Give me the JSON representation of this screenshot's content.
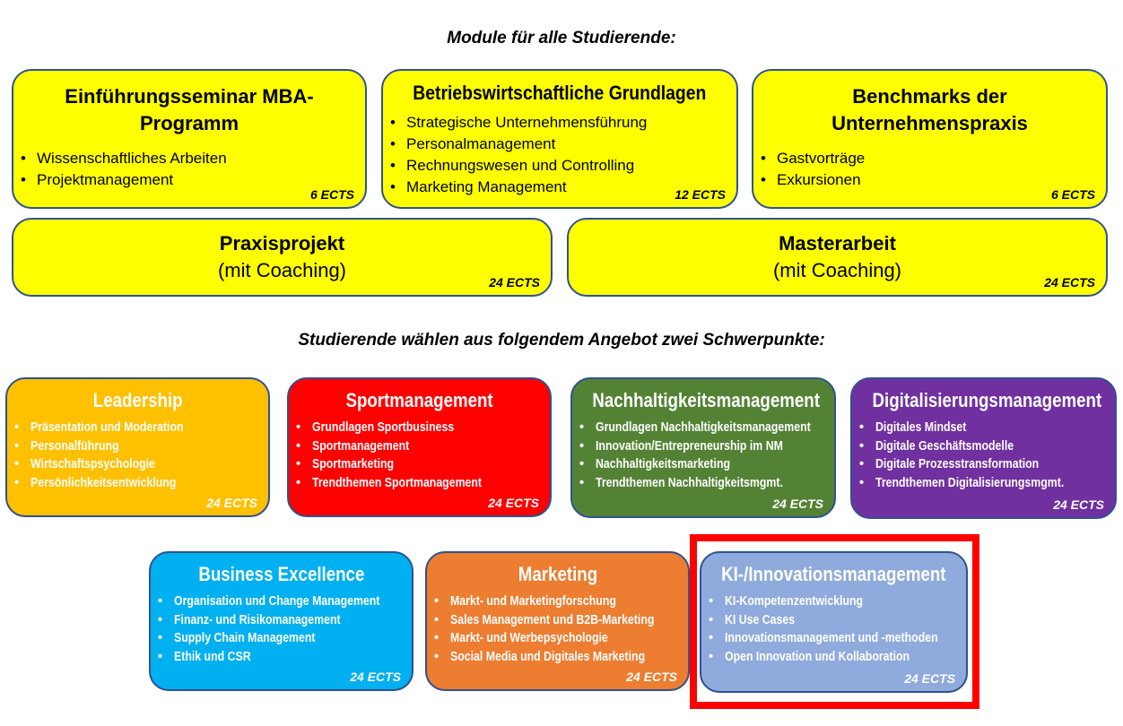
{
  "heading_all": "Module für alle Studierende:",
  "heading_choice": "Studierende wählen aus folgendem Angebot zwei Schwerpunkte:",
  "core_modules": [
    {
      "title": "Einführungsseminar MBA-Programm",
      "items": [
        "Wissenschaftliches Arbeiten",
        "Projektmanagement"
      ],
      "ects": "6 ECTS"
    },
    {
      "title": "Betriebswirtschaftliche Grundlagen",
      "items": [
        "Strategische Unternehmensführung",
        "Personalmanagement",
        "Rechnungswesen und Controlling",
        "Marketing Management"
      ],
      "ects": "12 ECTS"
    },
    {
      "title": "Benchmarks der Unternehmenspraxis",
      "items": [
        "Gastvorträge",
        "Exkursionen"
      ],
      "ects": "6 ECTS"
    },
    {
      "title": "Praxisprojekt",
      "subtitle": "(mit Coaching)",
      "items": [],
      "ects": "24 ECTS"
    },
    {
      "title": "Masterarbeit",
      "subtitle": "(mit Coaching)",
      "items": [],
      "ects": "24 ECTS"
    }
  ],
  "electives": [
    {
      "title": "Leadership",
      "color": "#ffc000",
      "items": [
        "Präsentation und Moderation",
        "Personalführung",
        "Wirtschaftspsychologie",
        "Persönlichkeitsentwicklung"
      ],
      "ects": "24 ECTS"
    },
    {
      "title": "Sportmanagement",
      "color": "#ff0000",
      "items": [
        "Grundlagen Sportbusiness",
        "Sportmanagement",
        "Sportmarketing",
        "Trendthemen Sportmanagement"
      ],
      "ects": "24 ECTS"
    },
    {
      "title": "Nachhaltigkeitsmanagement",
      "color": "#548235",
      "items": [
        "Grundlagen Nachhaltigkeitsmanagement",
        "Innovation/Entrepreneurship im NM",
        "Nachhaltigkeitsmarketing",
        "Trendthemen Nachhaltigkeitsmgmt."
      ],
      "ects": "24 ECTS"
    },
    {
      "title": "Digitalisierungsmanagement",
      "color": "#7030a0",
      "items": [
        "Digitales Mindset",
        "Digitale Geschäftsmodelle",
        "Digitale Prozesstransformation",
        "Trendthemen Digitalisierungsmgmt."
      ],
      "ects": "24 ECTS"
    },
    {
      "title": "Business Excellence",
      "color": "#00b0f0",
      "items": [
        "Organisation und Change Management",
        "Finanz- und Risikomanagement",
        "Supply Chain Management",
        "Ethik und CSR"
      ],
      "ects": "24 ECTS"
    },
    {
      "title": "Marketing",
      "color": "#ed7d31",
      "items": [
        "Markt- und Marketingforschung",
        "Sales Management und B2B-Marketing",
        "Markt- und Werbepsychologie",
        "Social Media und Digitales Marketing"
      ],
      "ects": "24 ECTS"
    },
    {
      "title": "KI-/Innovationsmanagement",
      "color": "#8faadc",
      "items": [
        "KI-Kompetenzentwicklung",
        "KI Use Cases",
        "Innovationsmanagement und -methoden",
        "Open Innovation und Kollaboration"
      ],
      "ects": "24 ECTS",
      "highlighted": true
    }
  ],
  "highlight_color": "#ff0000"
}
